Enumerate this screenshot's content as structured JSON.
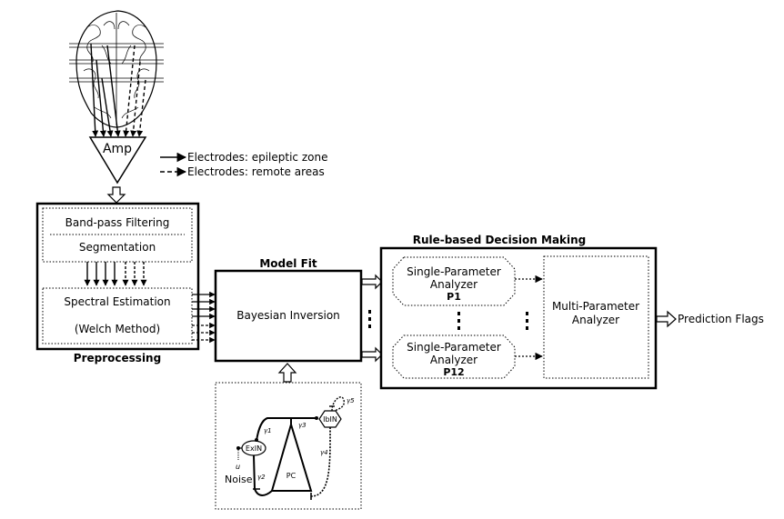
{
  "amp": {
    "label": "Amp"
  },
  "legend": {
    "solid": "Electrodes: epileptic zone",
    "dashed": "Electrodes: remote areas"
  },
  "preprocessing": {
    "title": "Preprocessing",
    "bandpass": "Band-pass Filtering",
    "segmentation": "Segmentation",
    "spectral_line1": "Spectral Estimation",
    "spectral_line2": "(Welch Method)"
  },
  "model_fit": {
    "title": "Model Fit",
    "bayesian": "Bayesian Inversion"
  },
  "decision": {
    "title": "Rule-based Decision Making",
    "spa_line1": "Single-Parameter",
    "spa_line2": "Analyzer",
    "p1": "P1",
    "p12": "P12",
    "mpa_line1": "Multi-Parameter",
    "mpa_line2": "Analyzer"
  },
  "output": {
    "label": "Prediction Flags"
  },
  "neural_model": {
    "exin": "ExIN",
    "ibin": "IbIN",
    "pc": "PC",
    "u": "u",
    "noise": "Noise",
    "gamma1": "γ1",
    "gamma2": "γ2",
    "gamma3": "γ3",
    "gamma4": "γ4",
    "gamma5": "γ5"
  },
  "colors": {
    "ink": "#000000",
    "background": "#ffffff"
  }
}
